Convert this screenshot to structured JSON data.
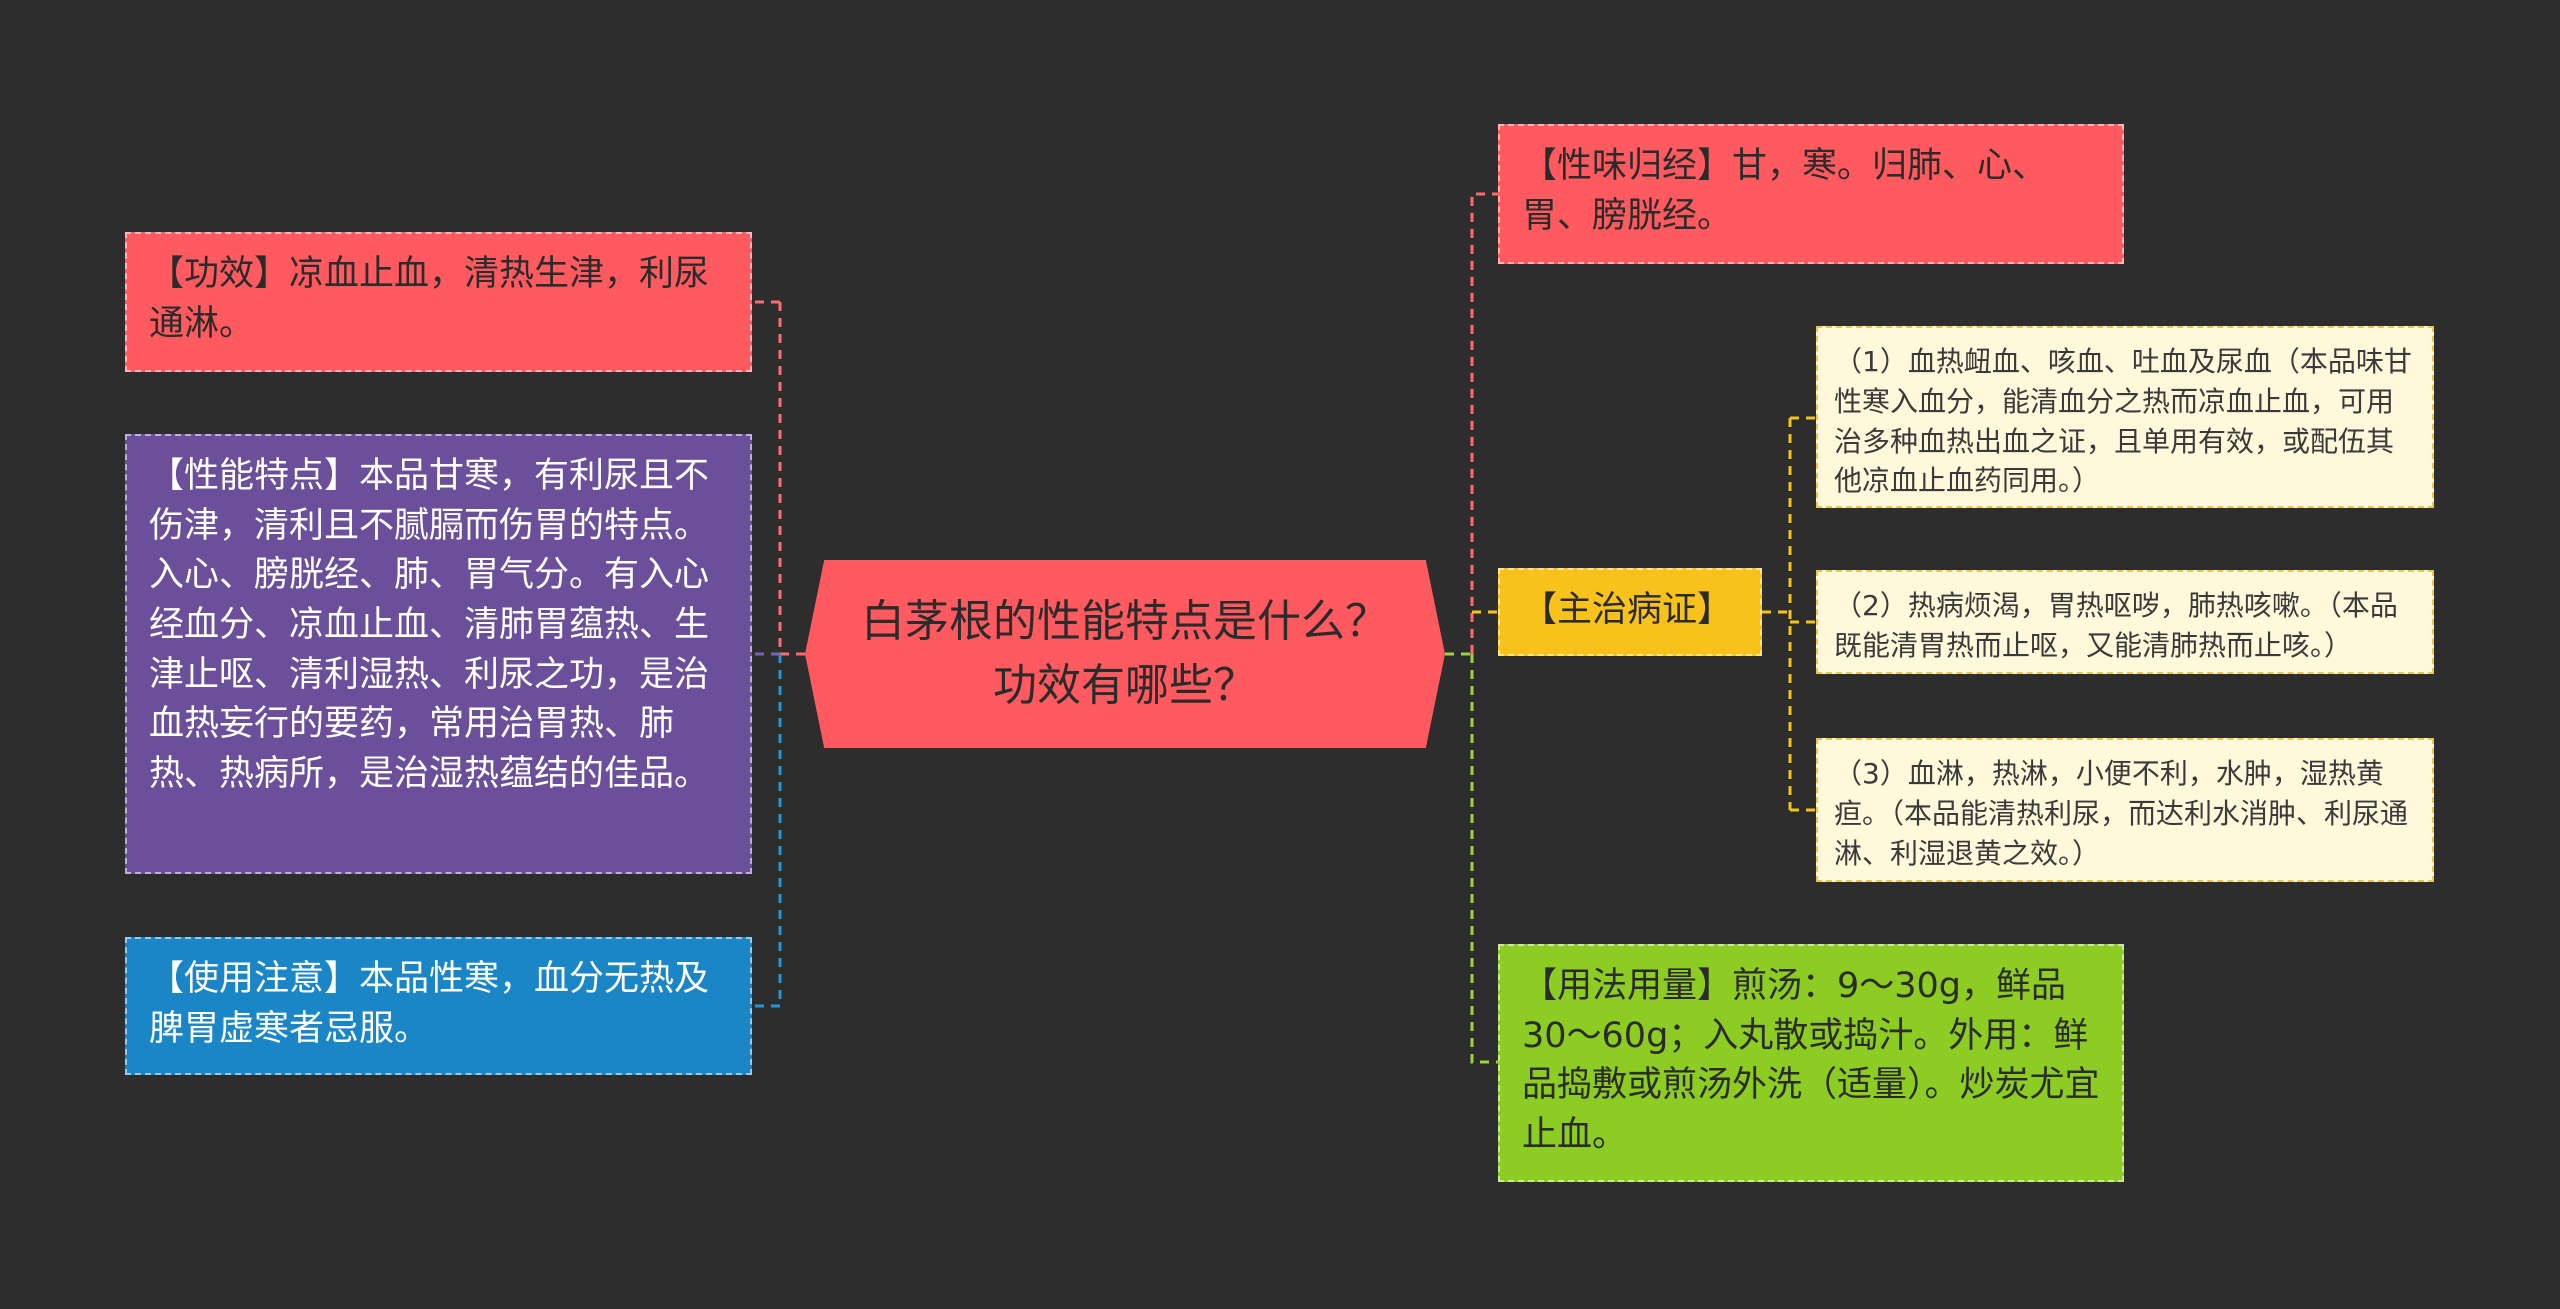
{
  "root": {
    "title": "白茅根的性能特点是什么？功效有哪些？"
  },
  "left": [
    {
      "id": "gongxiao",
      "text": "【功效】凉血止血，清热生津，利尿通淋。",
      "color": "#ff5a5f"
    },
    {
      "id": "xingneng",
      "text": "【性能特点】本品甘寒，有利尿且不伤津，清利且不腻膈而伤胃的特点。入心、膀胱经、肺、胃气分。有入心经血分、凉血止血、清肺胃蕴热、生津止呕、清利湿热、利尿之功，是治血热妄行的要药，常用治胃热、肺热、热病所，是治湿热蕴结的佳品。",
      "color": "#6b4f9b"
    },
    {
      "id": "zhuyi",
      "text": "【使用注意】本品性寒，血分无热及脾胃虚寒者忌服。",
      "color": "#1b86c6"
    }
  ],
  "right": [
    {
      "id": "xingwei",
      "text": "【性味归经】甘，寒。归肺、心、胃、膀胱经。",
      "color": "#ff5a5f"
    },
    {
      "id": "zhuzhi",
      "text": "【主治病证】",
      "color": "#f7c21b",
      "children": [
        {
          "id": "zz1",
          "text": "（1）血热衄血、咳血、吐血及尿血（本品味甘性寒入血分，能清血分之热而凉血止血，可用治多种血热出血之证，且单用有效，或配伍其他凉血止血药同用。）"
        },
        {
          "id": "zz2",
          "text": "（2）热病烦渴，胃热呕哕，肺热咳嗽。（本品既能清胃热而止呕，又能清肺热而止咳。）"
        },
        {
          "id": "zz3",
          "text": "（3）血淋，热淋，小便不利，水肿，湿热黄疸。（本品能清热利尿，而达利水消肿、利尿通淋、利湿退黄之效。）"
        }
      ]
    },
    {
      "id": "yongfa",
      "text": "【用法用量】煎汤：9～30g，鲜品30～60g；入丸散或捣汁。外用：鲜品捣敷或煎汤外洗（适量）。炒炭尤宜止血。",
      "color": "#8ccc23"
    }
  ]
}
